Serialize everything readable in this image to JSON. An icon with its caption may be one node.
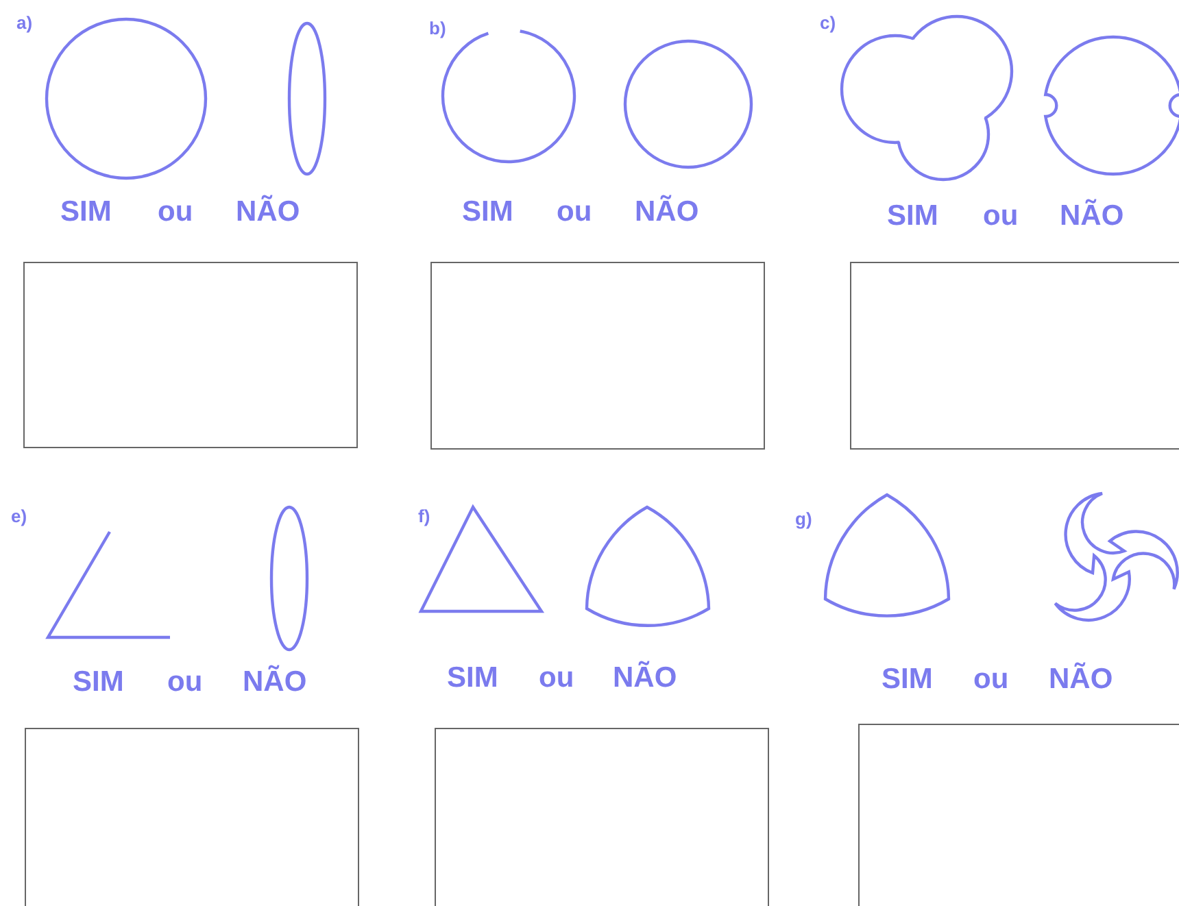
{
  "diagram": {
    "nodes": [
      {
        "text": [],
        "shape": "box"
      },
      {
        "text": [],
        "shape": "box"
      },
      {
        "text": [],
        "shape": "box"
      },
      {
        "text": [],
        "shape": "box"
      },
      {
        "text": [],
        "shape": "box"
      },
      {
        "text": [],
        "shape": "box"
      }
    ],
    "labels": [
      "a)",
      "SIM",
      "ou",
      "NÃO",
      "b)",
      "SIM",
      "ou",
      "NÃO",
      "c)",
      "SIM",
      "ou",
      "NÃO",
      "e)",
      "SIM",
      "ou",
      "NÃO",
      "f)",
      "SIM",
      "ou",
      "NÃO",
      "g)",
      "SIM",
      "ou",
      "NÃO"
    ]
  }
}
